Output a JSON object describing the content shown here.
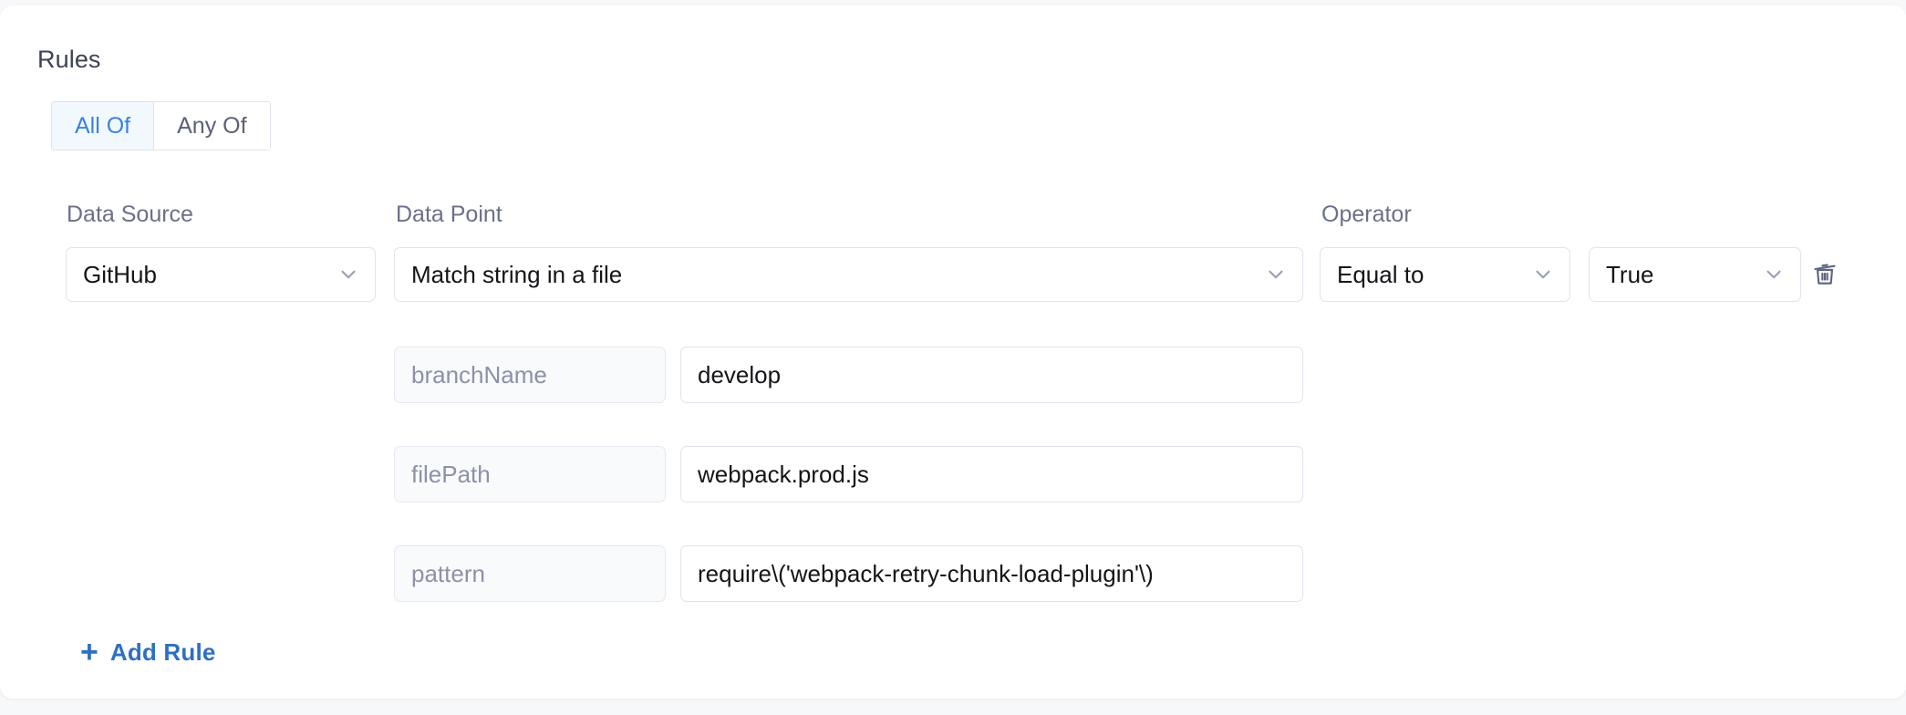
{
  "section": {
    "title": "Rules"
  },
  "match_toggle": {
    "options": [
      {
        "label": "All Of",
        "active": true
      },
      {
        "label": "Any Of",
        "active": false
      }
    ]
  },
  "columns": {
    "data_source_label": "Data Source",
    "data_point_label": "Data Point",
    "operator_label": "Operator"
  },
  "rule": {
    "data_source": {
      "value": "GitHub",
      "icon": "chevron-down-icon"
    },
    "data_point": {
      "value": "Match string in a file",
      "icon": "chevron-down-icon"
    },
    "operator": {
      "value": "Equal to",
      "icon": "chevron-down-icon"
    },
    "operand": {
      "value": "True",
      "icon": "chevron-down-icon"
    },
    "delete": {
      "icon": "trash-icon"
    },
    "parameters": [
      {
        "key": "branchName",
        "value": "develop"
      },
      {
        "key": "filePath",
        "value": "webpack.prod.js"
      },
      {
        "key": "pattern",
        "value": "require\\('webpack-retry-chunk-load-plugin'\\)"
      }
    ]
  },
  "actions": {
    "add_rule_plus": "+",
    "add_rule_label": "Add Rule"
  },
  "colors": {
    "accent_blue": "#2f6fc4",
    "toggle_active_text": "#3b82dd",
    "toggle_active_bg": "#f1f8fe",
    "border": "#e2e3ee",
    "key_field_bg": "#f9fafc",
    "muted_text": "#6b7089",
    "page_bg": "#f7f8fa"
  }
}
